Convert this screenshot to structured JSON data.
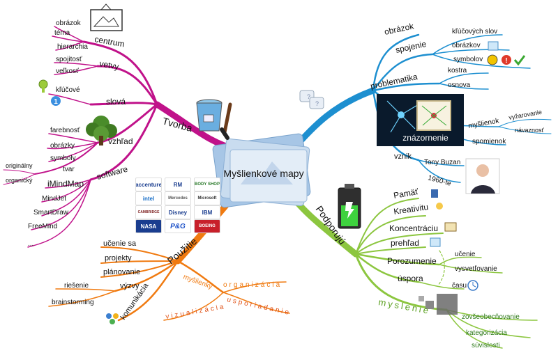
{
  "center": "Myšlienkové mapy",
  "tvorba": {
    "title": "Tvorba",
    "centrum": "centrum",
    "centrum_items": [
      "obrázok",
      "téma",
      "hierarchia"
    ],
    "vetvy": "vetvy",
    "vetvy_items": [
      "spojitosť",
      "veľkosť"
    ],
    "slova": "slová",
    "slova_items": [
      "kľúčové"
    ],
    "vzhlad": "vzhľad",
    "vzhlad_items": [
      "farebnosť",
      "obrázky",
      "symboly"
    ],
    "tvar": "tvar",
    "tvar_items": [
      "originálny",
      "organický"
    ],
    "software": "software",
    "software_items": [
      "iMindMap",
      "MindJet",
      "SmartDraw",
      "FreeMind",
      "..."
    ]
  },
  "pouzitie": {
    "title": "Použitie",
    "items": [
      "učenie sa",
      "projekty",
      "plánovanie"
    ],
    "vyzvy": "výzvy",
    "vyzvy_items": [
      "riešenie",
      "brainstorming"
    ],
    "komunikacia": "komunikácia",
    "myslienky": "myšlienky",
    "myslienky_items": [
      "organizácia",
      "usporiadanie"
    ],
    "vizualizacia": "vizualizácia"
  },
  "right_top": {
    "obrazok": "obrázok",
    "spojenie": "spojenie",
    "spojenie_items": [
      "kľúčových slov",
      "obrázkov",
      "symbolov"
    ],
    "problematika": "problematika",
    "problematika_items": [
      "kostra",
      "osnova"
    ],
    "znazornenie": "znázornenie",
    "myslienok": "myšlienok",
    "myslienok_items": [
      "vyžarovanie",
      "návaznosť"
    ],
    "spomienok": "spomienok",
    "vznik": "vznik",
    "vznik_items": [
      "Tony Buzan",
      "1960-te"
    ]
  },
  "podporuju": {
    "title": "Podporujú",
    "items": [
      "Pamäť",
      "Kreativitu",
      "Koncentráciu",
      "prehľad"
    ],
    "porozumenie": "Porozumenie",
    "porozumenie_items": [
      "učenie",
      "vysvetľovanie"
    ],
    "uspora": "úspora",
    "uspora_items": [
      "času"
    ],
    "myslenie": "myslenie",
    "myslenie_items": [
      "zovšeobecňovanie",
      "kategorizácia",
      "súvislosti"
    ]
  },
  "badge_number": "1",
  "logos": [
    "accenture",
    "RM",
    "BODY SHOP",
    "intel",
    "Mercedes",
    "Microsoft",
    "CAMBRIDGE",
    "Disney",
    "IBM",
    "NASA",
    "P&G",
    "BOEING"
  ],
  "colors": {
    "tvorba": "#c0128a",
    "pouzitie": "#f07a10",
    "right_top": "#1d8fd0",
    "podporuju": "#8cc63f",
    "bg": "#ffffff"
  }
}
